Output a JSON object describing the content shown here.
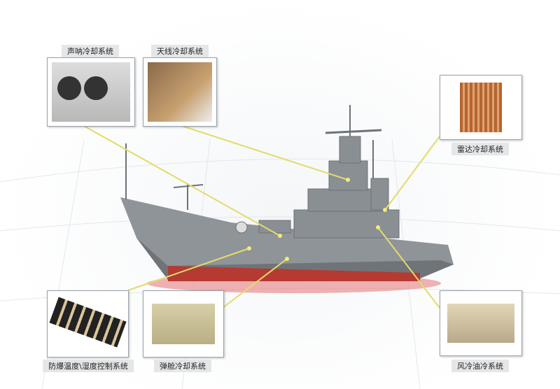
{
  "systems": {
    "sonar": "声呐冷却系统",
    "antenna": "天线冷却系统",
    "radar": "雷达冷却系统",
    "humidity": "防爆温度\\湿度控制系统",
    "bay": "弹舱冷却系统",
    "airoil": "风冷油冷系统"
  },
  "colors": {
    "connector": "#e2dc6a",
    "hull": "#8c9196",
    "waterline": "#c0392b"
  }
}
